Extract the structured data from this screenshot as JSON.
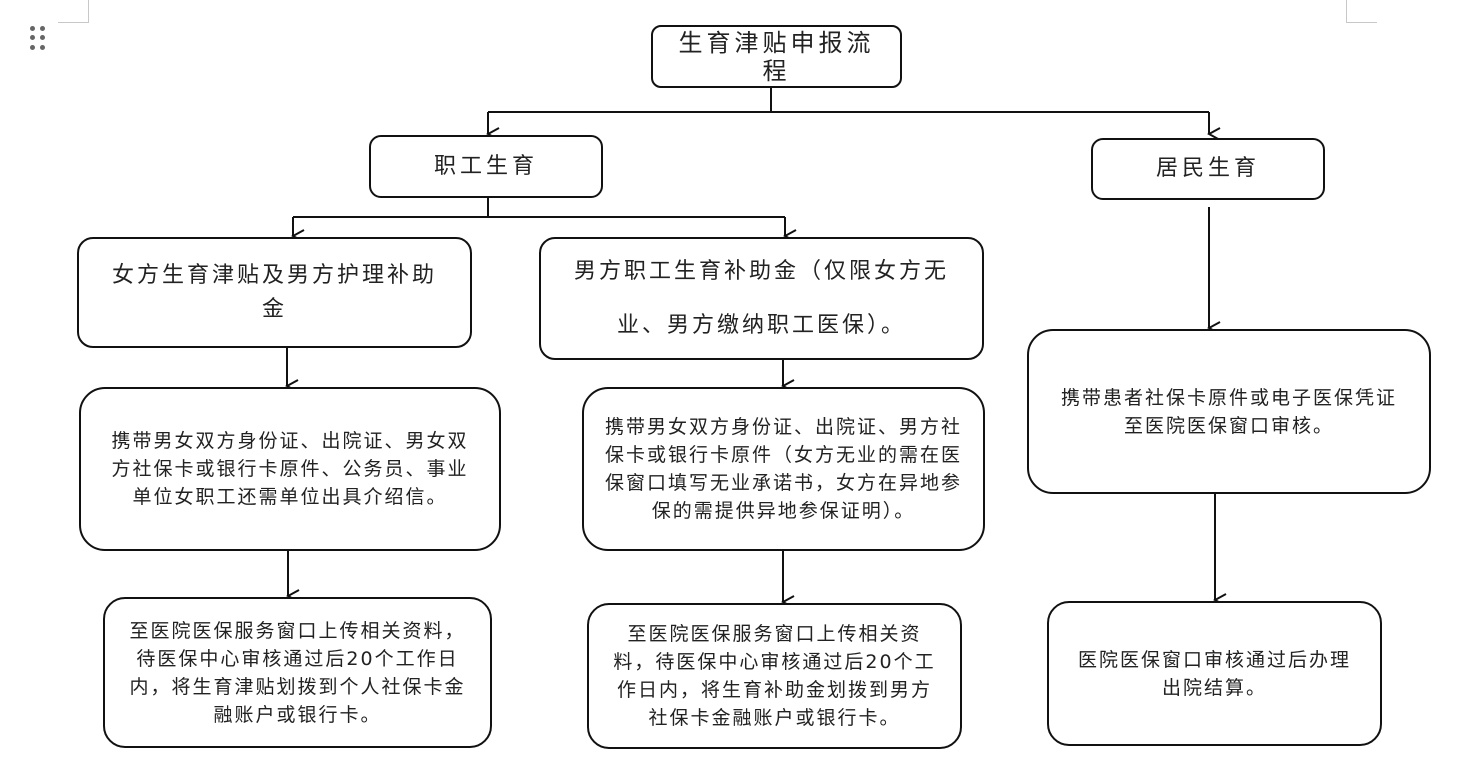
{
  "diagram": {
    "root": {
      "label": "生育津贴申报流程"
    },
    "employee": {
      "label": "职工生育",
      "female_branch": {
        "title": "女方生育津贴及男方护理补助金",
        "materials": "携带男女双方身份证、出院证、男女双方社保卡或银行卡原件、公务员、事业单位女职工还需单位出具介绍信。",
        "result": "至医院医保服务窗口上传相关资料，待医保中心审核通过后20个工作日内，将生育津贴划拨到个人社保卡金融账户或银行卡。"
      },
      "male_branch": {
        "title": "男方职工生育补助金（仅限女方无业、男方缴纳职工医保）。",
        "materials": "携带男女双方身份证、出院证、男方社保卡或银行卡原件（女方无业的需在医保窗口填写无业承诺书，女方在异地参保的需提供异地参保证明）。",
        "result": "至医院医保服务窗口上传相关资料，待医保中心审核通过后20个工作日内，将生育补助金划拨到男方社保卡金融账户或银行卡。"
      }
    },
    "resident": {
      "label": "居民生育",
      "materials": "携带患者社保卡原件或电子医保凭证至医院医保窗口审核。",
      "result": "医院医保窗口审核通过后办理出院结算。"
    }
  },
  "icons": {
    "handle": "drag-handle-icon"
  }
}
